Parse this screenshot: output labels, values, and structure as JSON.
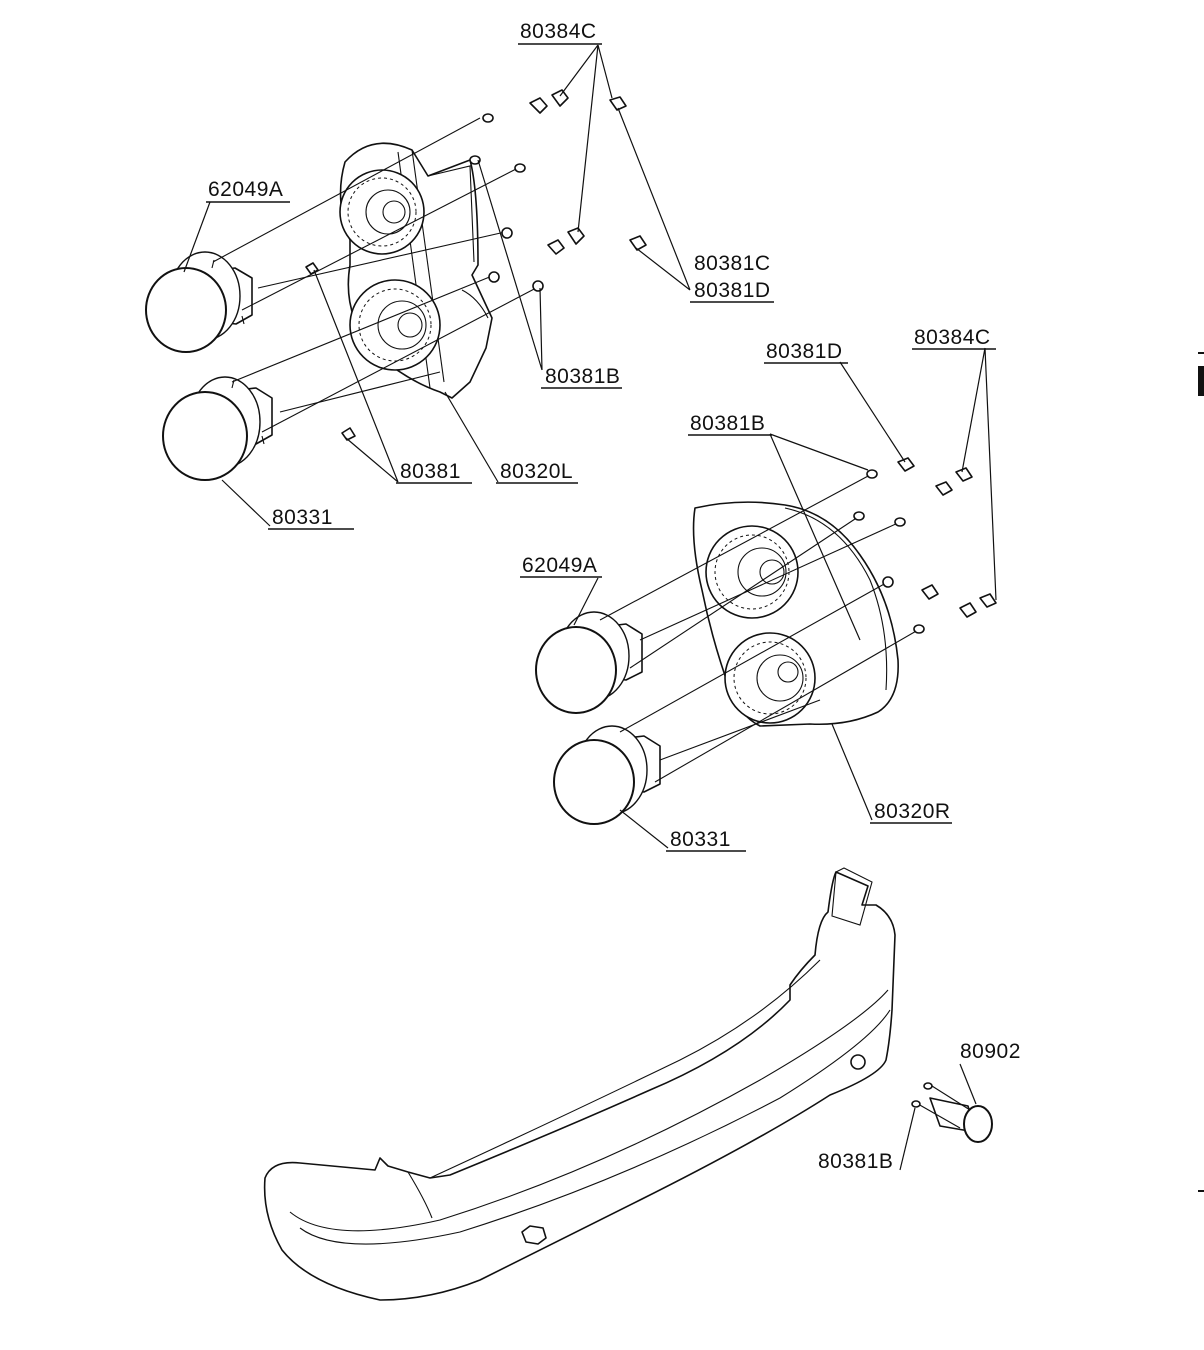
{
  "labels": {
    "clip_top_left": "80384C",
    "bulb_left_upper": "62049A",
    "screw_c": "80381C",
    "screw_d_left": "80381D",
    "screw_b_left": "80381B",
    "screw_left_bottom": "80381",
    "housing_left": "80320L",
    "bulb_left_lower": "80331",
    "screw_d_right": "80381D",
    "clip_right": "80384C",
    "screw_b_right": "80381B",
    "bulb_right_upper": "62049A",
    "housing_right": "80320R",
    "bulb_right_lower": "80331",
    "plate_lamp": "80902",
    "screw_b_bumper": "80381B"
  }
}
